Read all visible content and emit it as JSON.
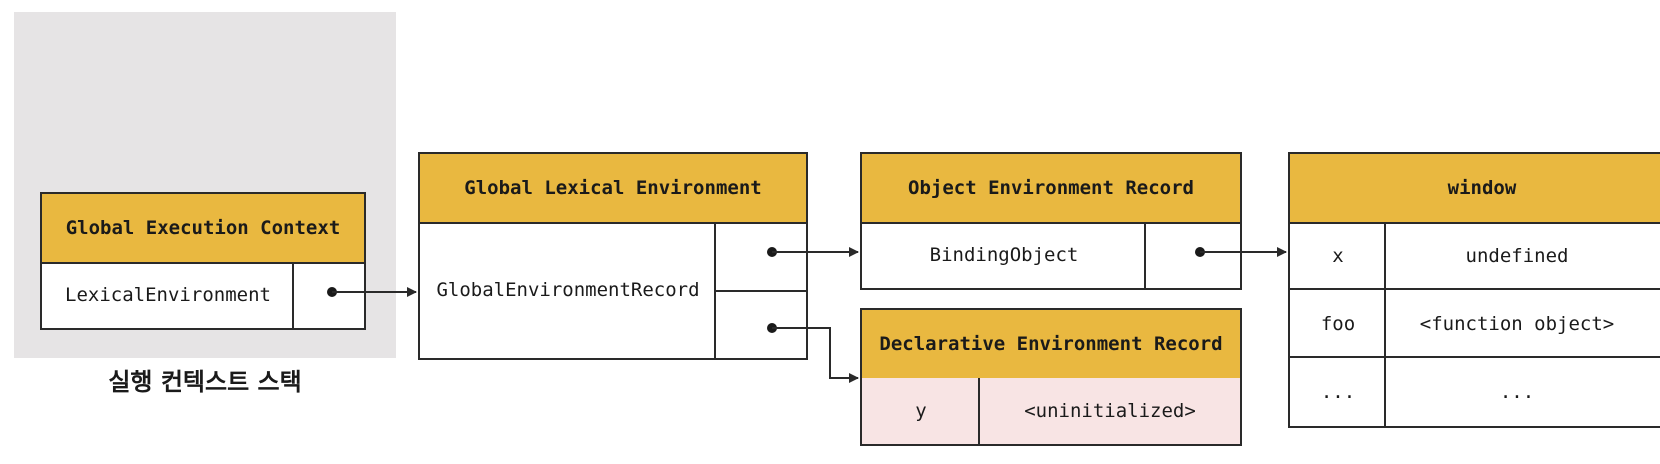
{
  "stack": {
    "label": "실행 컨텍스트 스택"
  },
  "execution_context": {
    "title": "Global Execution Context",
    "field": "LexicalEnvironment"
  },
  "lexical_environment": {
    "title": "Global Lexical Environment",
    "field": "GlobalEnvironmentRecord"
  },
  "object_record": {
    "title": "Object Environment Record",
    "field": "BindingObject"
  },
  "declarative_record": {
    "title": "Declarative Environment Record",
    "rows": [
      {
        "name": "y",
        "value": "<uninitialized>"
      }
    ]
  },
  "window_object": {
    "title": "window",
    "rows": [
      {
        "name": "x",
        "value": "undefined"
      },
      {
        "name": "foo",
        "value": "<function object>"
      },
      {
        "name": "...",
        "value": "..."
      }
    ]
  },
  "colors": {
    "header": "#e9b840",
    "stack_background": "#e6e4e5",
    "uninitialized_row": "#f8e4e4",
    "line": "#2a2a2a"
  }
}
